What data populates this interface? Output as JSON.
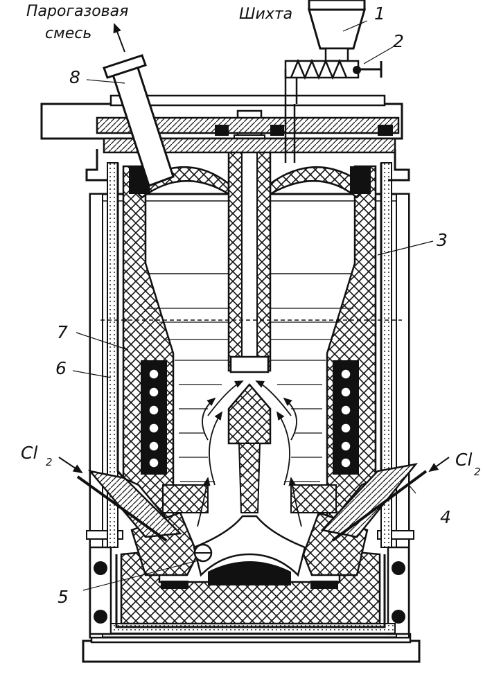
{
  "captions": {
    "gas_mix_line1": "Парогазовая",
    "gas_mix_line2": "смесь",
    "charge": "Шихта"
  },
  "labels": {
    "n1": "1",
    "n2": "2",
    "n3": "3",
    "n4": "4",
    "n5": "5",
    "n6": "6",
    "n7": "7",
    "n8": "8"
  },
  "chlorine": {
    "symbol": "Cl",
    "subscript": "2"
  },
  "colors": {
    "ink": "#111111",
    "paper": "#ffffff"
  }
}
